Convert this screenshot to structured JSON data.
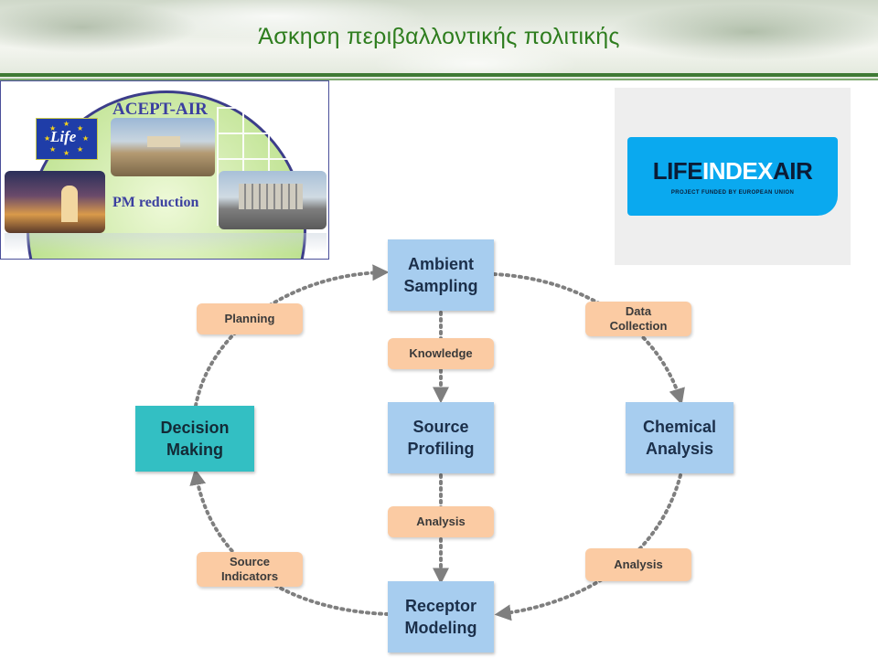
{
  "header": {
    "title": "Άσκηση περιβαλλοντικής πολιτικής"
  },
  "acept_logo": {
    "name": "ACEPT-AIR",
    "flag_text": "Life",
    "tagline": "PM reduction"
  },
  "lifeindexair_logo": {
    "word_life": "LIFE",
    "word_index": "INDEX",
    "word_air": "AIR",
    "subtitle": "PROJECT FUNDED BY EUROPEAN UNION"
  },
  "diagram": {
    "nodes": {
      "ambient": "Ambient\nSampling",
      "source_profiling": "Source\nProfiling",
      "receptor": "Receptor\nModeling",
      "decision": "Decision\nMaking",
      "chemical": "Chemical\nAnalysis"
    },
    "labels": {
      "planning": "Planning",
      "data_collection": "Data\nCollection",
      "knowledge": "Knowledge",
      "analysis_center": "Analysis",
      "analysis_right": "Analysis",
      "source_indicators": "Source\nIndicators"
    }
  },
  "colors": {
    "title_green": "#2e7d1e",
    "node_blue": "#a7cdef",
    "node_teal": "#33bfc3",
    "label_peach": "#fbcba3",
    "arrow_gray": "#7f7f7f"
  }
}
